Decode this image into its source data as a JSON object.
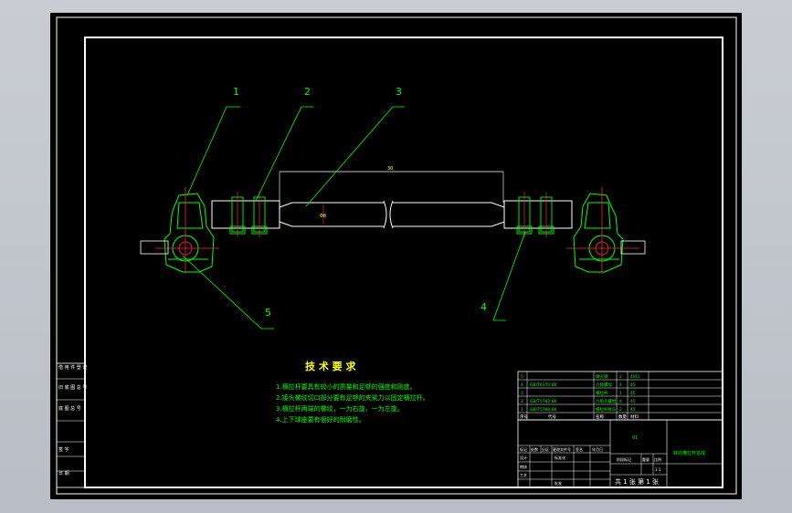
{
  "callouts": [
    "1",
    "2",
    "3",
    "4",
    "5"
  ],
  "dimensions": {
    "length": "30",
    "diameter": "Φ8"
  },
  "tech_requirements": {
    "title": "技 术 要 求",
    "items": [
      "1.横拉杆要具有较小的质量和足够的强度和刚度。",
      "2.接头螺纹切口部分要有足够的夹紧力以固定横拉杆。",
      "3.横拉杆两端的螺纹，一为右旋，一为左旋。",
      "4.上下球座要有很好的耐磨性。"
    ]
  },
  "left_sidebar": [
    "借 用 件 登 记",
    "旧 底 图 总 号",
    "底 图 总 号",
    "签 字",
    "日 期"
  ],
  "parts_list": [
    {
      "no": "5",
      "code": "",
      "name": "球头销",
      "qty": "2",
      "material": "40Cr"
    },
    {
      "no": "4",
      "code": "GB/T6170-86",
      "name": "六角螺母",
      "qty": "4",
      "material": "45"
    },
    {
      "no": "3",
      "code": "",
      "name": "横拉杆",
      "qty": "1",
      "material": "45"
    },
    {
      "no": "2",
      "code": "GB/T5782-86",
      "name": "六角头螺栓",
      "qty": "4",
      "material": "45"
    },
    {
      "no": "1",
      "code": "GB/T5780-86",
      "name": "横拉杆接头",
      "qty": "2",
      "material": "45"
    }
  ],
  "title_block": {
    "header": [
      "序号",
      "代号",
      "名称",
      "数量",
      "材料"
    ],
    "center_mark": "01",
    "drawing_name": "转向横拉杆总成",
    "scale": "1:1",
    "sheets": "共 1 张 第 1 张",
    "rows": [
      "标记",
      "处数",
      "分区",
      "更改文件号",
      "签名",
      "年月日"
    ],
    "roles": [
      "设计",
      "审核",
      "工艺",
      "标准化",
      "批准"
    ],
    "stage_label": "阶段标记",
    "weight_label": "重量",
    "scale_label": "比例"
  }
}
